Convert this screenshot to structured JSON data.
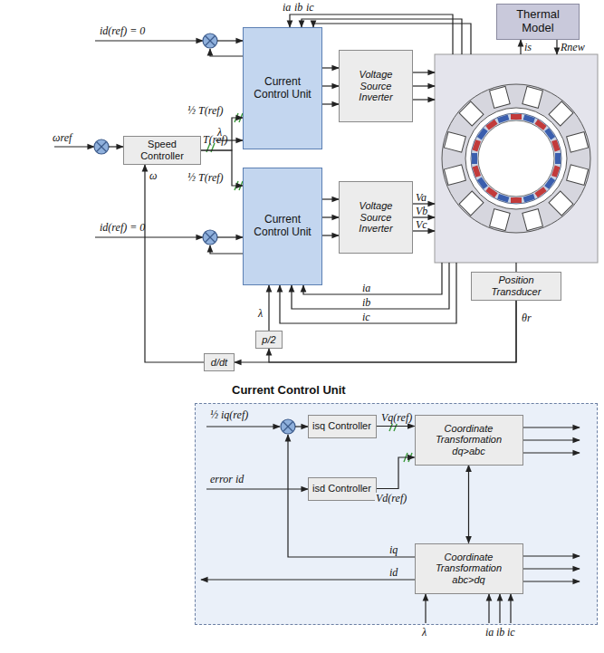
{
  "diagram": {
    "nodes": [
      {
        "text": [
          "Speed Controller"
        ]
      },
      {
        "text": [
          "Current Control Unit"
        ]
      },
      {
        "text": [
          "Voltage Source Inverter"
        ]
      },
      {
        "text": [
          "Current Control Unit"
        ]
      },
      {
        "text": [
          "Voltage Source Inverter"
        ]
      },
      {
        "text": [
          "Thermal Model"
        ]
      },
      {
        "text": [
          "Position Transducer"
        ]
      },
      {
        "text": [
          "d/dt"
        ]
      },
      {
        "text": [
          "p/2"
        ]
      },
      {
        "text": [
          "Current Control Unit"
        ]
      },
      {
        "text": [
          "isq Controller"
        ],
        "in": 9
      },
      {
        "text": [
          "isd Controller"
        ],
        "in": 9
      },
      {
        "text": [
          "Coordinate Transformation dq>abc"
        ],
        "in": 9
      },
      {
        "text": [
          "Coordinate Transformation abc>dq"
        ],
        "in": 9
      }
    ],
    "edges": [
      {
        "from": 0,
        "to": 1,
        "arrow": "to",
        "label": "½ T(ref)"
      },
      {
        "from": 0,
        "to": 3,
        "arrow": "to",
        "label": "½ T(ref)"
      },
      {
        "from": 1,
        "to": 2,
        "arrow": "to"
      },
      {
        "from": 3,
        "to": 4,
        "arrow": "to"
      },
      {
        "from": 7,
        "to": 0,
        "arrow": "to",
        "label": "ω"
      },
      {
        "from": 6,
        "to": 7,
        "arrow": "to",
        "label": "θr"
      },
      {
        "from": 6,
        "to": 8,
        "arrow": "to"
      },
      {
        "from": 8,
        "to": 3,
        "arrow": "to",
        "label": "λ"
      },
      {
        "from": 10,
        "to": 12,
        "arrow": "to",
        "label": "Vq(ref)"
      },
      {
        "from": 11,
        "to": 12,
        "arrow": "to",
        "label": "Vd(ref)"
      },
      {
        "from": 12,
        "to": 13,
        "arrow": "both"
      }
    ],
    "labels": [
      "ωref",
      "T(ref)",
      "id(ref) = 0",
      "λ",
      "ia",
      "ib",
      "ic",
      "is",
      "Rnew",
      "id(ref) = 0",
      "Va",
      "Vb",
      "Vc",
      "ia",
      "ib",
      "ic",
      "½ iq(ref)",
      "error id",
      "iq",
      "id",
      "λ",
      "ia",
      "ib",
      "ic"
    ]
  }
}
